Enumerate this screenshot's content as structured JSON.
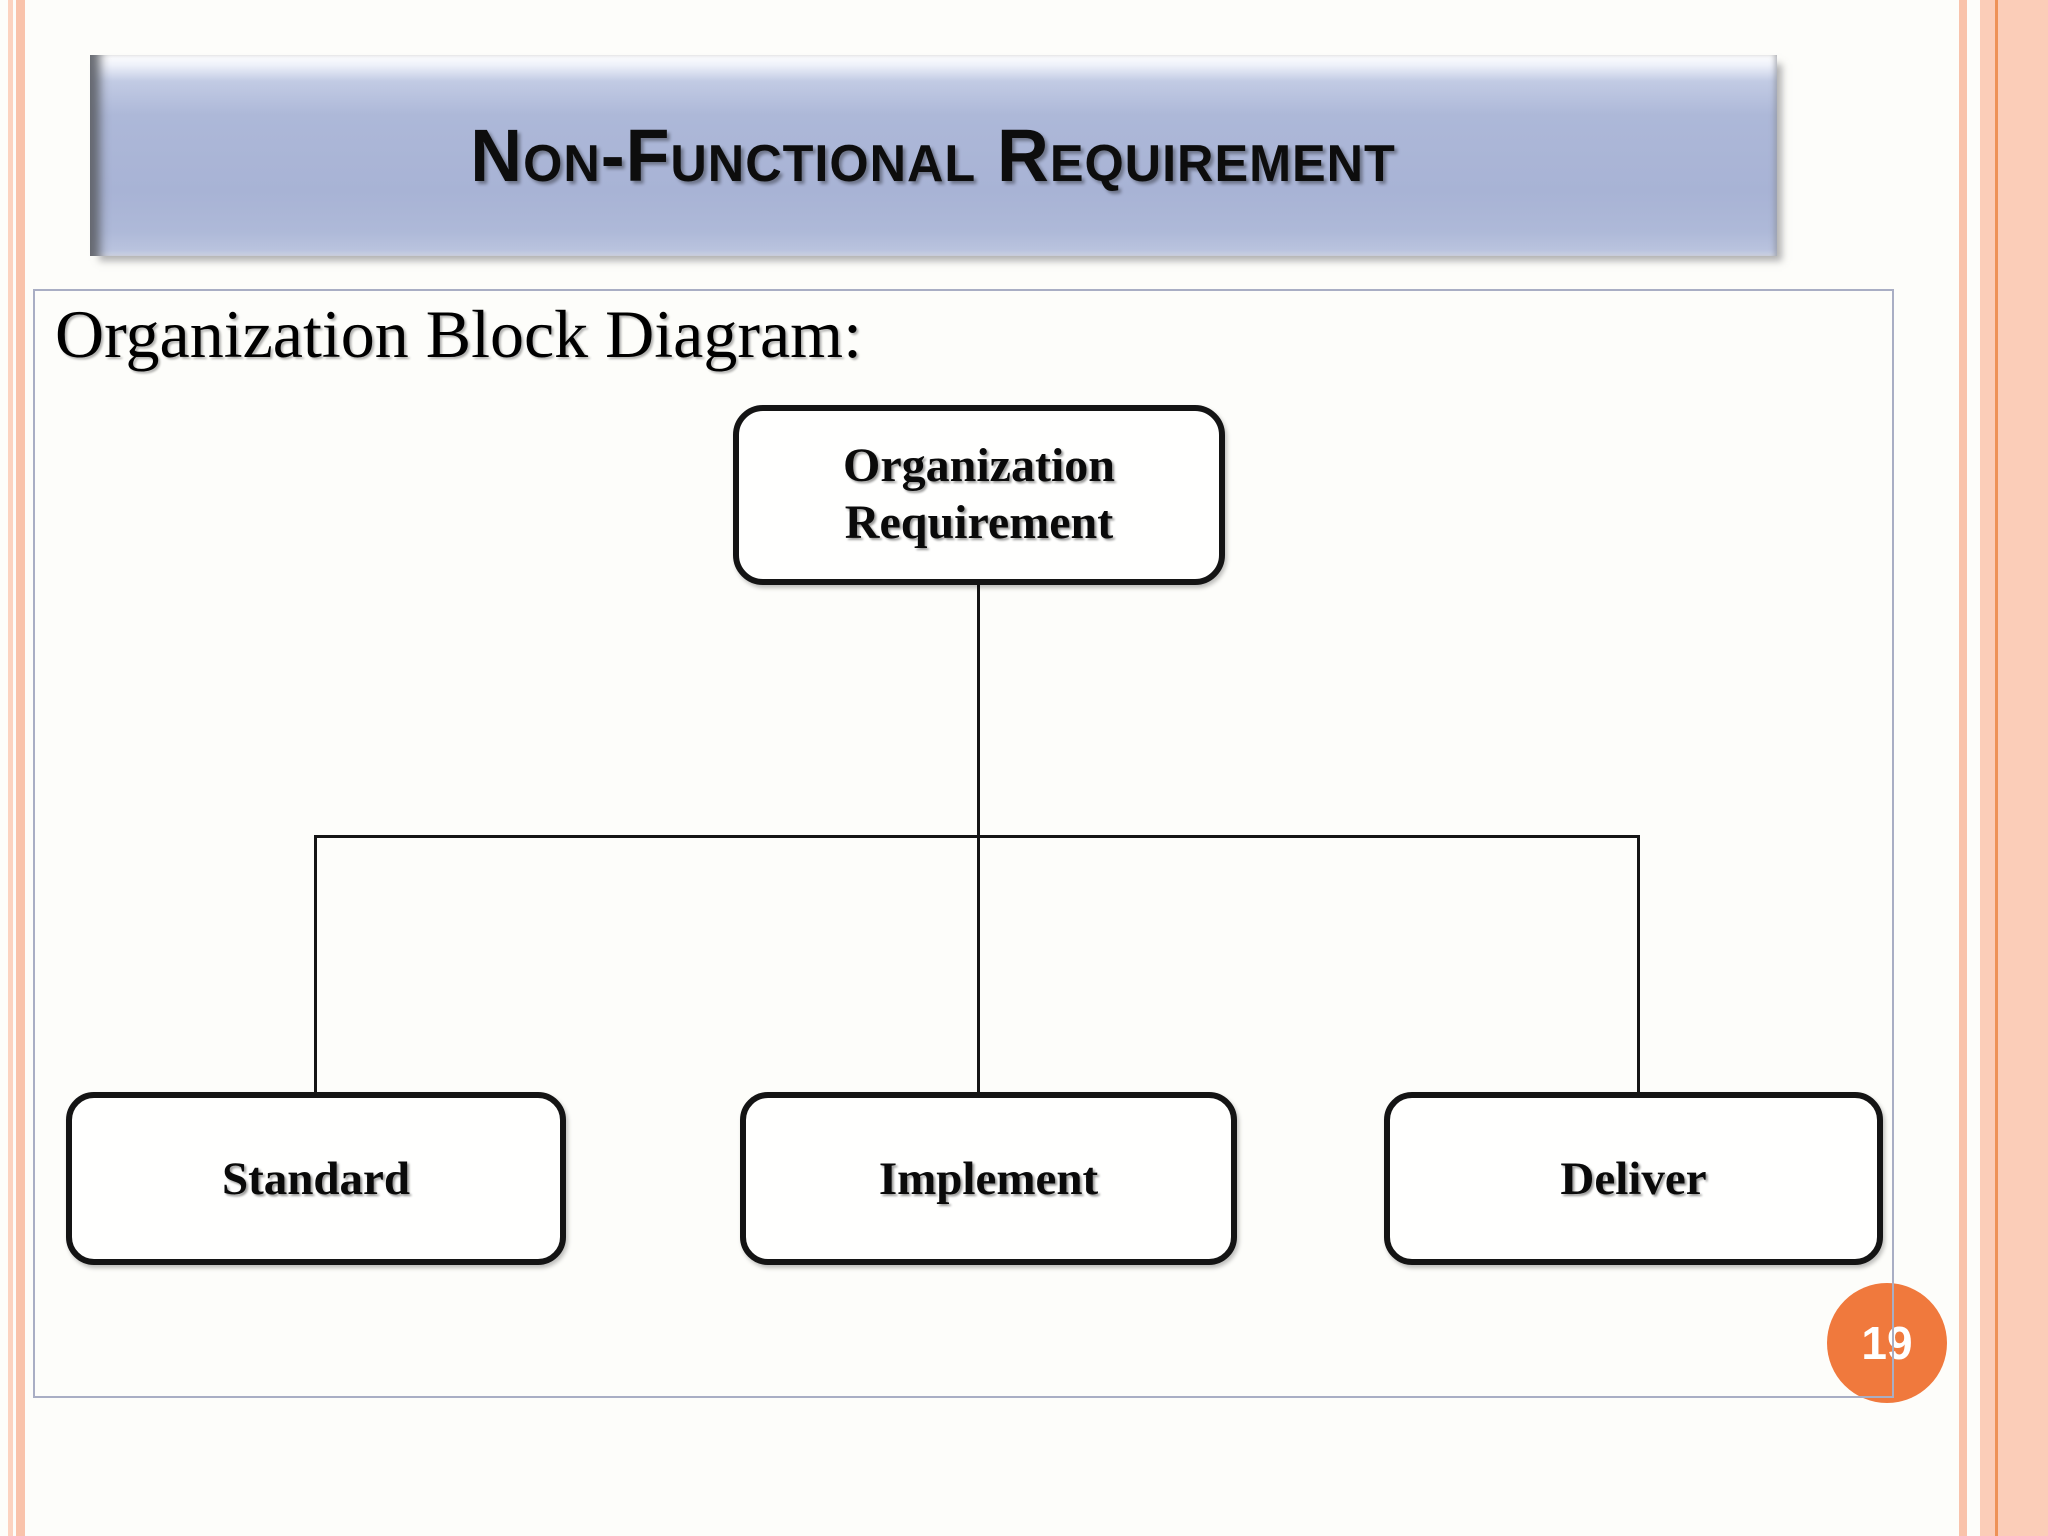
{
  "page": {
    "background_color": "#fdfdfa",
    "page_number": "19",
    "page_number_color": "#ffffff",
    "page_circle_color": "#f0793d"
  },
  "decorations": {
    "left_stripe_1_color": "#fcd3c0",
    "left_stripe_2_color": "#f9c3ab",
    "right_stripe_color": "#f9c3ab",
    "right_band_color": "#fbcdb8",
    "right_band_line_color": "#ee9257"
  },
  "header": {
    "title": "Non-Functional Requirement",
    "bar_main_color": "#a8b3d5",
    "text_color": "#0d0d0d"
  },
  "content": {
    "heading": "Organization Block Diagram:",
    "border_color": "#a9aec4"
  },
  "diagram": {
    "type": "org-block-diagram",
    "root": {
      "label": "Organization Requirement",
      "lines": [
        "Organization",
        "Requirement"
      ]
    },
    "children": [
      {
        "label": "Standard"
      },
      {
        "label": "Implement"
      },
      {
        "label": "Deliver"
      }
    ],
    "box_fill_color": "#ffffff",
    "box_border_color": "#141414",
    "connector_color": "#151515"
  }
}
